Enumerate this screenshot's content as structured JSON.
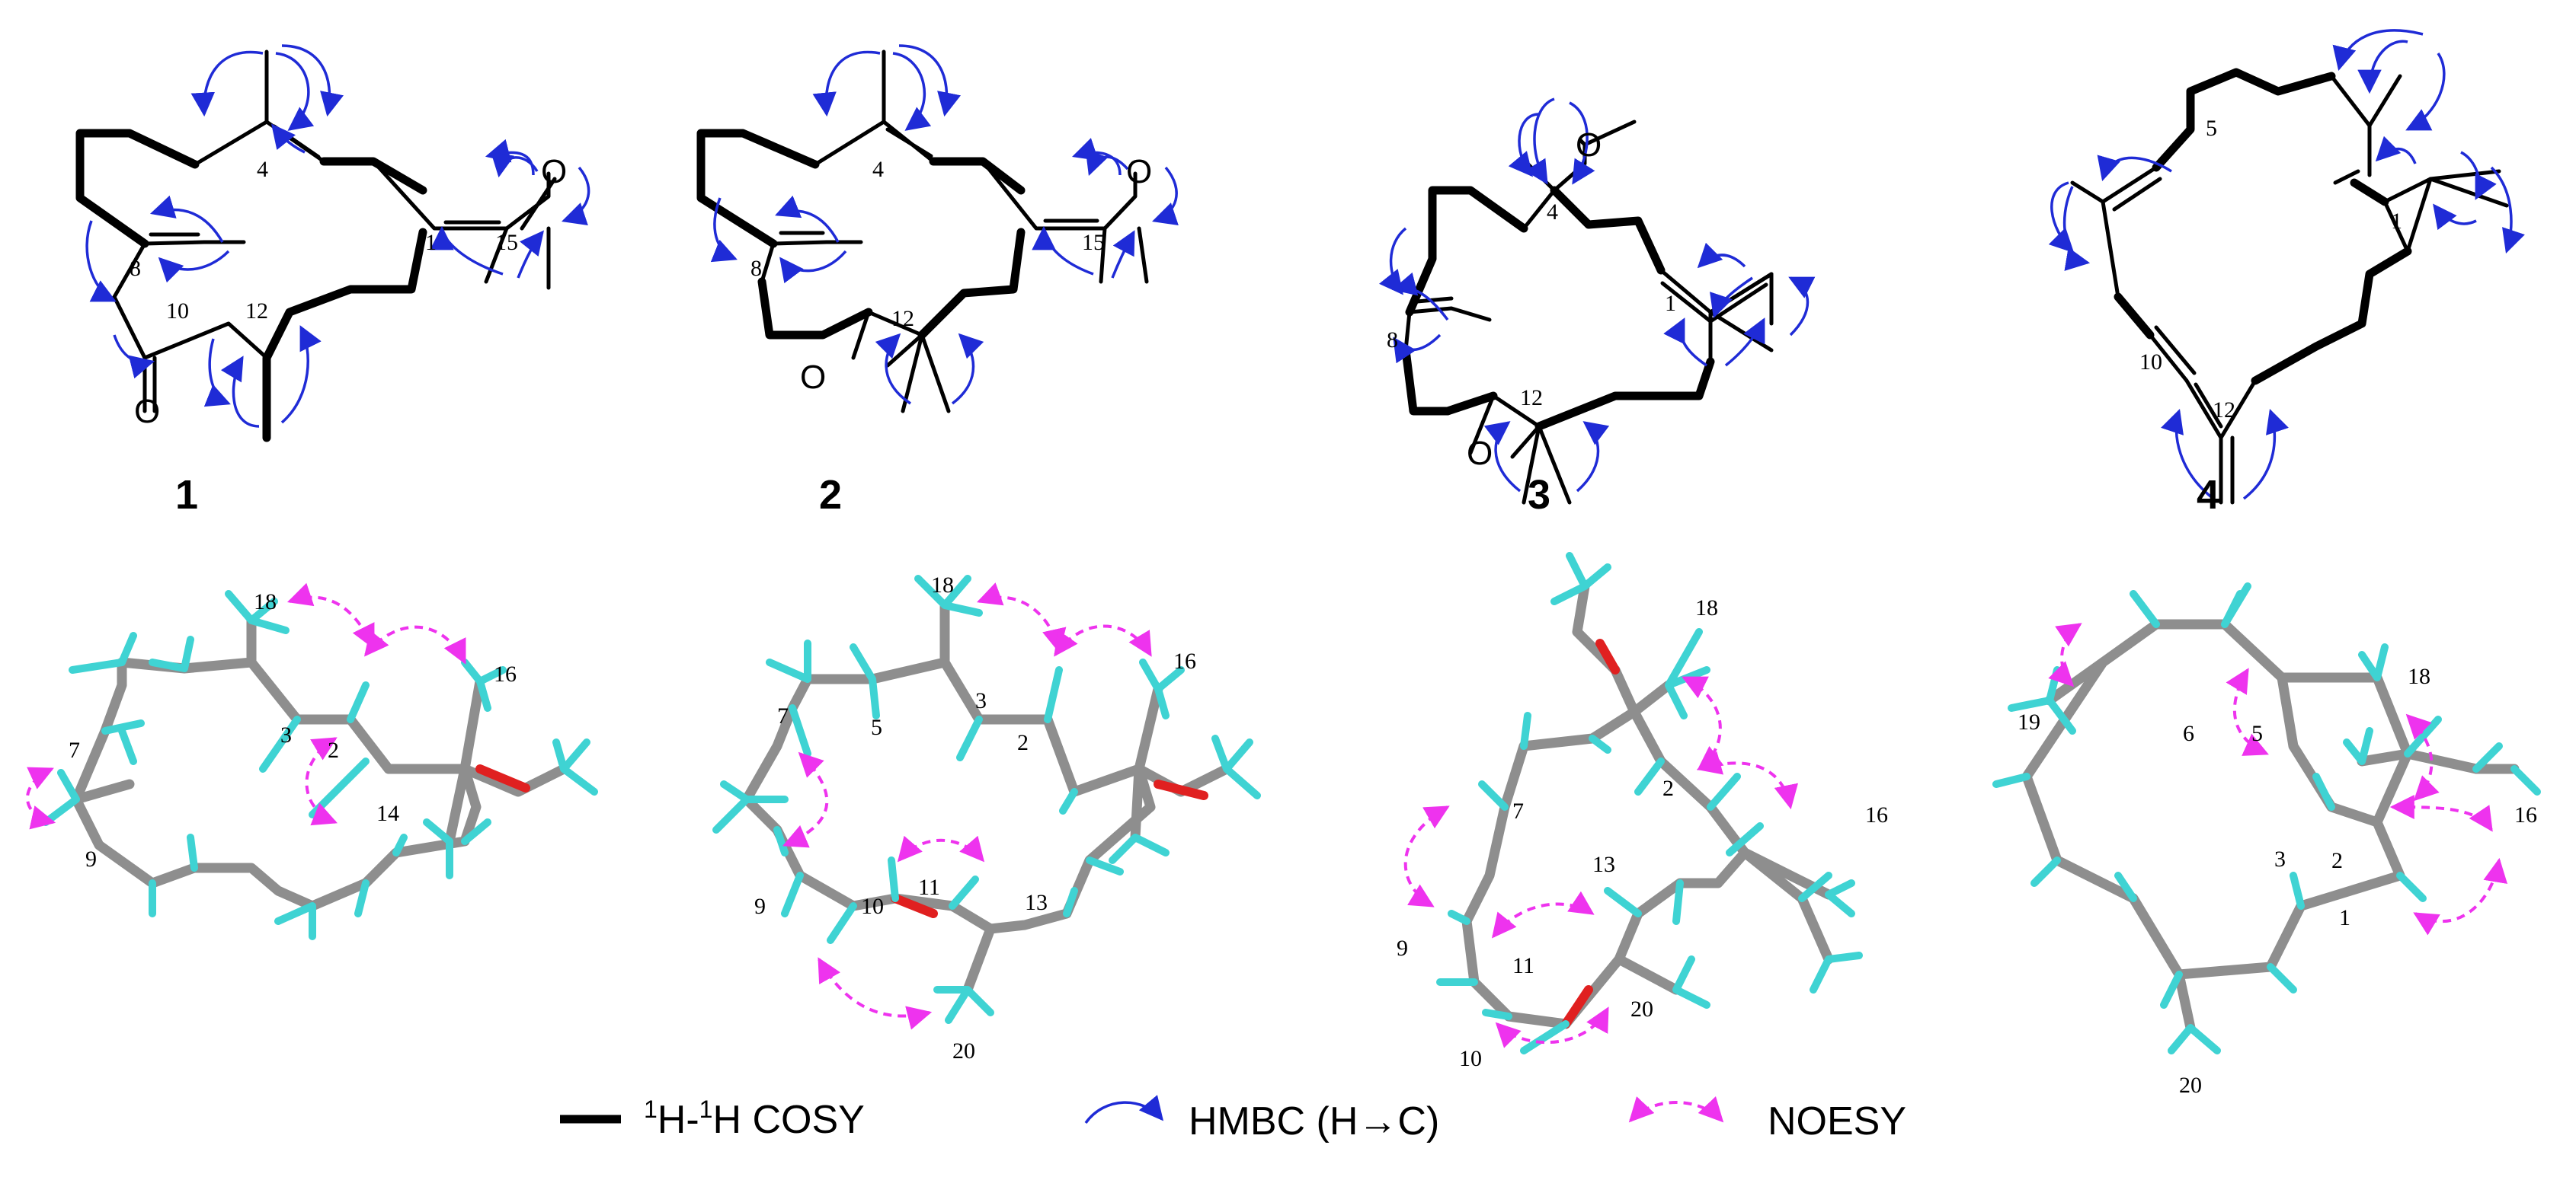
{
  "figure": {
    "compound_labels": [
      "1",
      "2",
      "3",
      "4"
    ],
    "compounds": [
      {
        "label": "1",
        "atom_text": [
          "O",
          "O"
        ],
        "numbers": [
          "4",
          "8",
          "1",
          "15",
          "10",
          "12"
        ]
      },
      {
        "label": "2",
        "atom_text": [
          "O",
          "O"
        ],
        "numbers": [
          "4",
          "8",
          "15",
          "12"
        ]
      },
      {
        "label": "3",
        "atom_text": [
          "O",
          "O"
        ],
        "numbers": [
          "4",
          "8",
          "1",
          "12"
        ]
      },
      {
        "label": "4",
        "atom_text": [],
        "numbers": [
          "5",
          "1",
          "10",
          "12"
        ]
      }
    ],
    "models": [
      {
        "label": "1",
        "numbers": [
          "18",
          "16",
          "3",
          "2",
          "7",
          "14",
          "9"
        ]
      },
      {
        "label": "2",
        "numbers": [
          "18",
          "16",
          "7",
          "5",
          "3",
          "2",
          "11",
          "10",
          "9",
          "13",
          "20"
        ]
      },
      {
        "label": "3",
        "numbers": [
          "18",
          "7",
          "2",
          "13",
          "16",
          "9",
          "11",
          "20",
          "10"
        ]
      },
      {
        "label": "4",
        "numbers": [
          "18",
          "6",
          "5",
          "19",
          "3",
          "16",
          "2",
          "1",
          "20"
        ]
      }
    ]
  },
  "legend": {
    "cosy_prefix_sup": "1",
    "cosy_mid": "H-",
    "cosy_mid_sup": "1",
    "cosy_suffix": "H COSY",
    "hmbc": "HMBC (H→C)",
    "noesy": "NOESY"
  },
  "colors": {
    "bond": "#000000",
    "hmbc_arrow": "#1f2bd6",
    "noesy_arrow": "#ee33ee",
    "carbon_stick": "#8e8e8e",
    "hydrogen_stick": "#3fd3d3",
    "oxygen_stick": "#e02020"
  }
}
